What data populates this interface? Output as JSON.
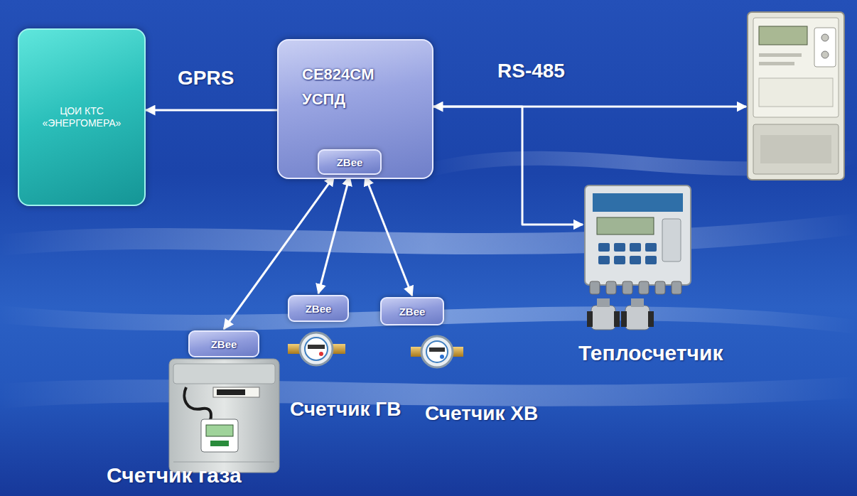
{
  "diagram": {
    "nodes": [
      {
        "text": [
          "ЦОИ КТС «ЭНЕРГОМЕРА»"
        ]
      },
      {
        "text": [
          "CE824CM УСПД"
        ]
      },
      {
        "text": [
          "ZBee"
        ],
        "in": 1
      },
      {
        "text": []
      },
      {
        "text": [
          "Теплосчетчик"
        ]
      },
      {
        "text": [
          "ZBee"
        ]
      },
      {
        "text": [
          "ZBee"
        ]
      },
      {
        "text": [
          "ZBee"
        ]
      }
    ],
    "edges": [
      {
        "from": 1,
        "to": 0,
        "arrow": "to",
        "label": "GPRS"
      },
      {
        "from": 1,
        "to": 3,
        "arrow": "both",
        "label": "RS-485"
      },
      {
        "from": 1,
        "to": 4,
        "arrow": "to"
      },
      {
        "from": 2,
        "to": 5,
        "arrow": "both"
      },
      {
        "from": 2,
        "to": 6,
        "arrow": "both"
      },
      {
        "from": 2,
        "to": 7,
        "arrow": "both"
      }
    ],
    "labels": [
      "Счетчик ГВ",
      "Счетчик ХВ",
      "Счетчик газа"
    ]
  }
}
